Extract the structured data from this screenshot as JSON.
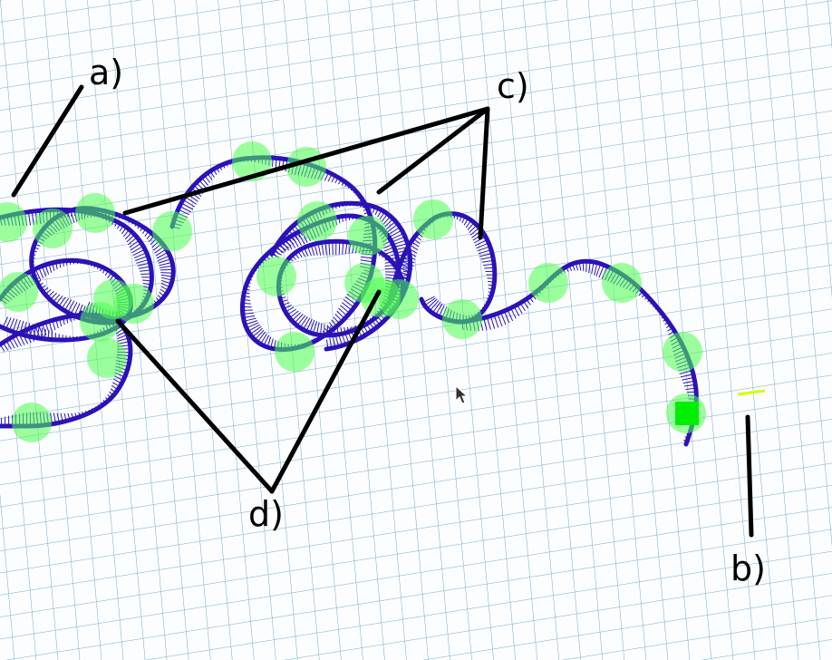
{
  "annotations": {
    "a": "a)",
    "b": "b)",
    "c": "c)",
    "d": "d)"
  },
  "colors": {
    "grid_line": "#7aa8c4",
    "trajectory": "#2a12b8",
    "marker": "#4cff4c",
    "robot": "#00ee00",
    "goal": "#d4ff00",
    "leader": "#000000"
  },
  "icons": {
    "pointer": "mouse-cursor-icon"
  }
}
